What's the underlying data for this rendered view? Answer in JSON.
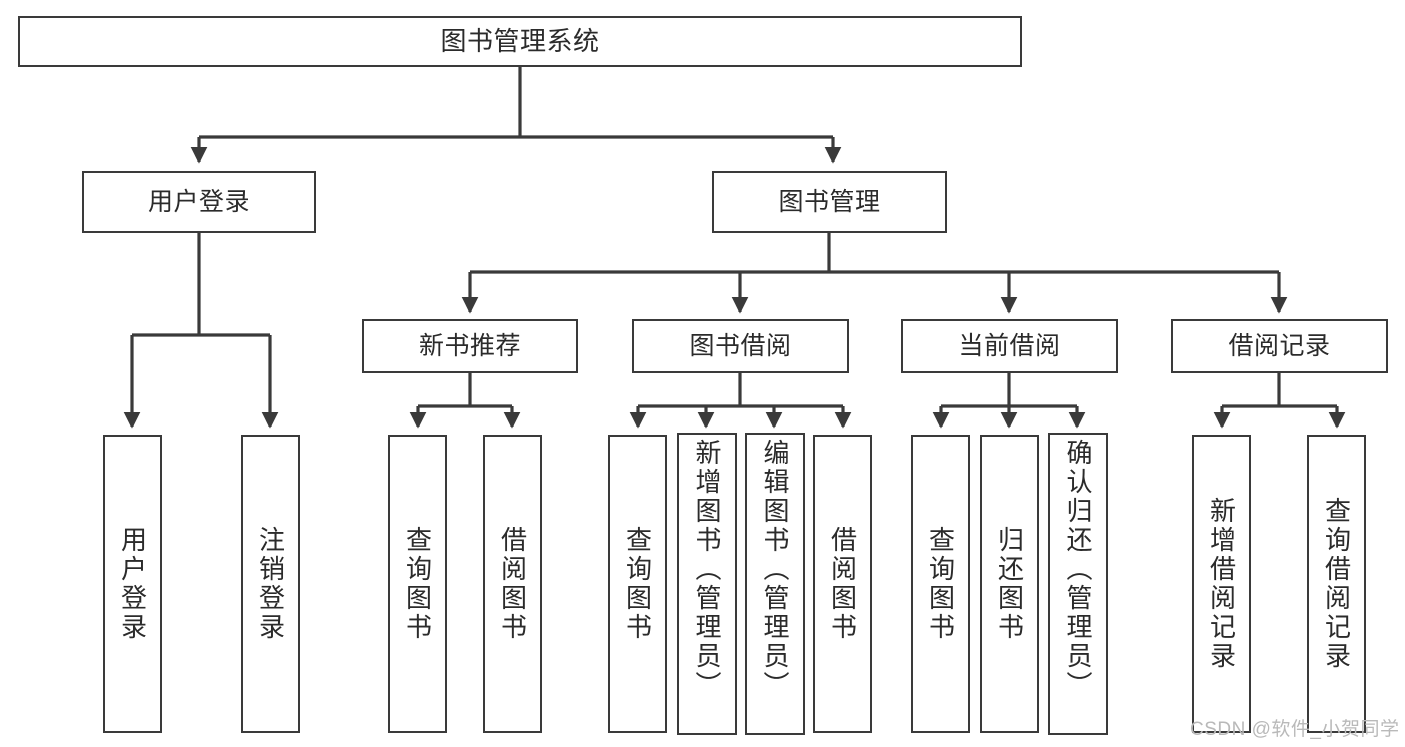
{
  "diagram": {
    "type": "tree-hierarchy",
    "title": "图书管理系统",
    "orientation": "top-down",
    "line_color": "#3a3a3a",
    "box_fill": "#ffffff",
    "text_color": "#2b2b2b"
  },
  "nodes": {
    "root": {
      "label": "图书管理系统",
      "level": 0
    },
    "l1": [
      {
        "id": "user-login",
        "label": "用户登录",
        "level": 1
      },
      {
        "id": "book-manage",
        "label": "图书管理",
        "level": 1
      }
    ],
    "l2": [
      {
        "id": "new-book-rec",
        "label": "新书推荐",
        "level": 2,
        "parent": "book-manage"
      },
      {
        "id": "book-borrow",
        "label": "图书借阅",
        "level": 2,
        "parent": "book-manage"
      },
      {
        "id": "current-borrow",
        "label": "当前借阅",
        "level": 2,
        "parent": "book-manage"
      },
      {
        "id": "borrow-record",
        "label": "借阅记录",
        "level": 2,
        "parent": "book-manage"
      }
    ],
    "leaves": [
      {
        "id": "leaf-user-login",
        "label": "用户登录",
        "parent": "user-login"
      },
      {
        "id": "leaf-user-logout",
        "label": "注销登录",
        "parent": "user-login"
      },
      {
        "id": "leaf-query-book-rec",
        "label": "查询图书",
        "parent": "new-book-rec"
      },
      {
        "id": "leaf-borrow-book-rec",
        "label": "借阅图书",
        "parent": "new-book-rec"
      },
      {
        "id": "leaf-query-book-borrow",
        "label": "查询图书",
        "parent": "book-borrow"
      },
      {
        "id": "leaf-add-book",
        "label": "新增图书（管理员）",
        "parent": "book-borrow"
      },
      {
        "id": "leaf-edit-book",
        "label": "编辑图书（管理员）",
        "parent": "book-borrow"
      },
      {
        "id": "leaf-borrow-book",
        "label": "借阅图书",
        "parent": "book-borrow"
      },
      {
        "id": "leaf-query-book-current",
        "label": "查询图书",
        "parent": "current-borrow"
      },
      {
        "id": "leaf-return-book",
        "label": "归还图书",
        "parent": "current-borrow"
      },
      {
        "id": "leaf-confirm-return",
        "label": "确认归还（管理员）",
        "parent": "current-borrow"
      },
      {
        "id": "leaf-add-record",
        "label": "新增借阅记录",
        "parent": "borrow-record"
      },
      {
        "id": "leaf-query-record",
        "label": "查询借阅记录",
        "parent": "borrow-record"
      }
    ]
  },
  "watermark": {
    "text": "CSDN @软件_小贺同学"
  }
}
